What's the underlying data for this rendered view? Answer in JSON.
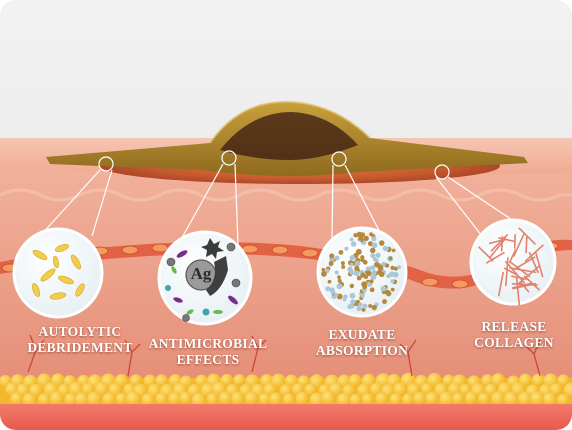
{
  "callouts": [
    {
      "id": "autolytic",
      "label": "AUTOLYTIC\nDEBRIDEMENT"
    },
    {
      "id": "antimicrobial",
      "label": "ANTIMICROBIAL\nEFFECTS"
    },
    {
      "id": "exudate",
      "label": "EXUDATE\nABSORPTION"
    },
    {
      "id": "collagen",
      "label": "RELEASE\nCOLLAGEN"
    }
  ],
  "silver_symbol": "Ag",
  "colors": {
    "background": "#e9e9e9",
    "skin_top": "#f3b9a2",
    "dermis": "#e79a84",
    "fat": "#f7c531",
    "dressing": "#b38a2c",
    "wound": "#c2552d"
  }
}
